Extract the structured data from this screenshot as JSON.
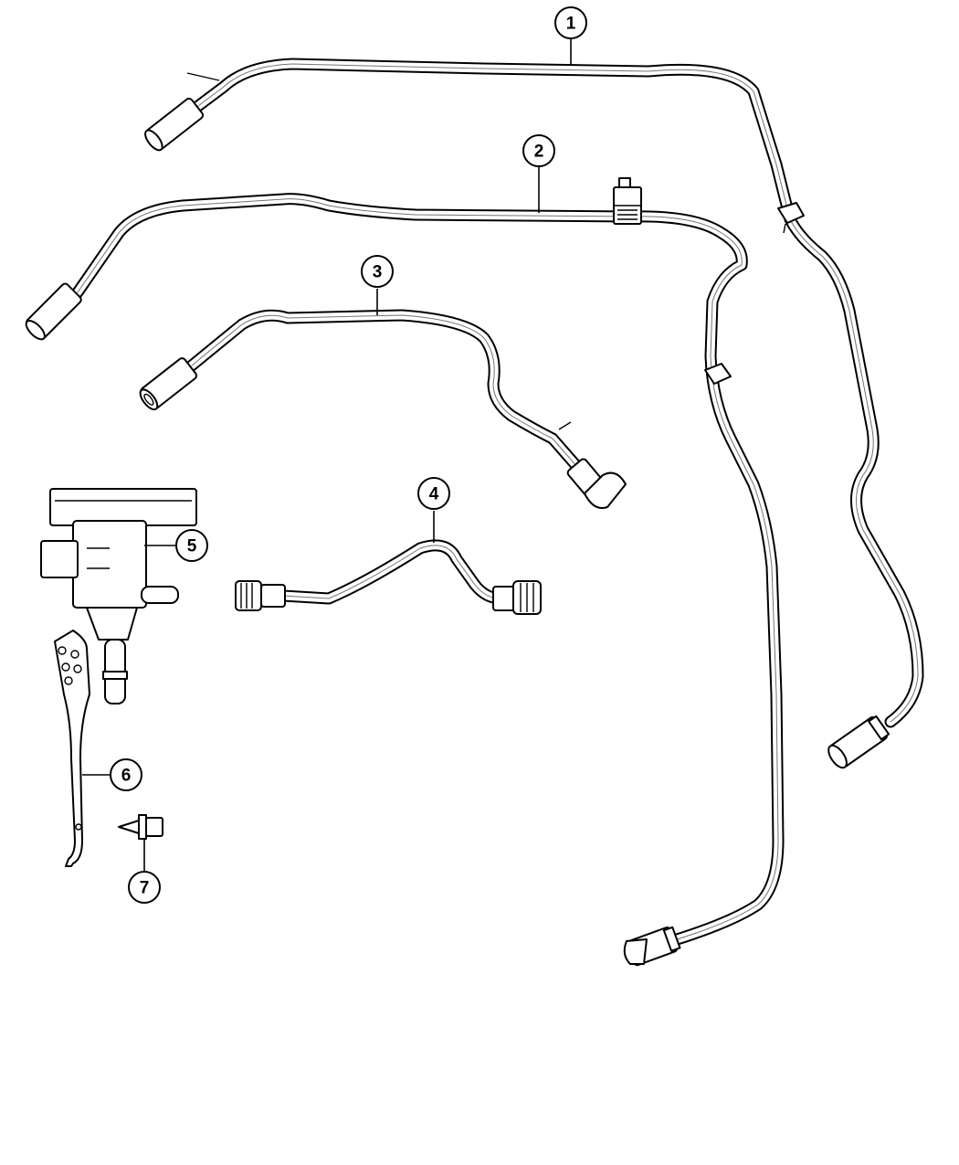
{
  "callouts": [
    {
      "id": "1",
      "label": "1"
    },
    {
      "id": "2",
      "label": "2"
    },
    {
      "id": "3",
      "label": "3"
    },
    {
      "id": "4",
      "label": "4"
    },
    {
      "id": "5",
      "label": "5"
    },
    {
      "id": "6",
      "label": "6"
    },
    {
      "id": "7",
      "label": "7"
    }
  ],
  "parts": [
    {
      "callout": "1",
      "kind": "hose"
    },
    {
      "callout": "2",
      "kind": "hose"
    },
    {
      "callout": "3",
      "kind": "hose"
    },
    {
      "callout": "4",
      "kind": "hose"
    },
    {
      "callout": "5",
      "kind": "valve"
    },
    {
      "callout": "6",
      "kind": "bracket"
    },
    {
      "callout": "7",
      "kind": "bolt"
    }
  ]
}
